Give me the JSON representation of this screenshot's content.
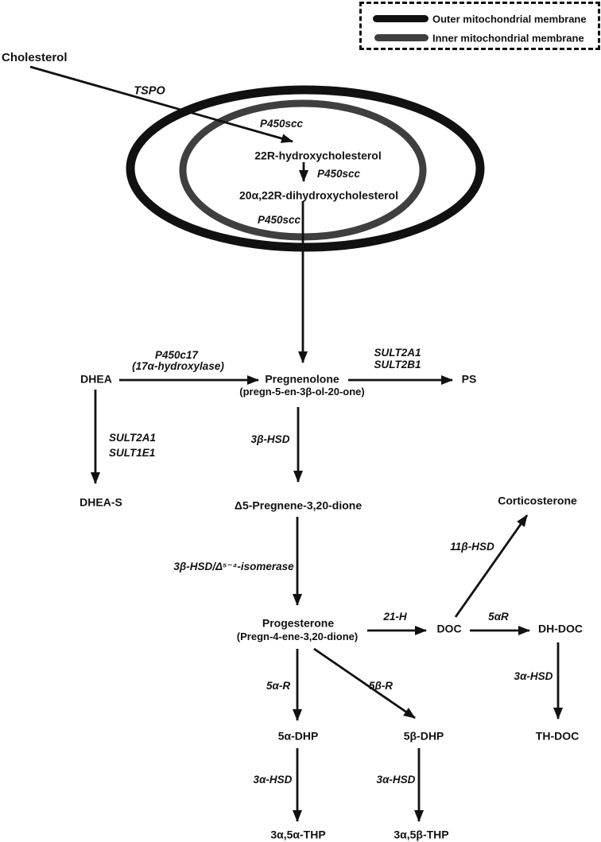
{
  "legend": {
    "outer_label": "Outer mitochondrial membrane",
    "inner_label": "Inner mitochondrial membrane",
    "outer_color": "#111111",
    "inner_color": "#3f3f3f"
  },
  "colors": {
    "line": "#111111",
    "inner_membrane": "#3f3f3f",
    "background": "#ffffff"
  },
  "nodes": {
    "cholesterol": "Cholesterol",
    "hydroxycholesterol": "22R-hydroxycholesterol",
    "dihydroxycholesterol": "20α,22R-dihydroxycholesterol",
    "dhea": "DHEA",
    "pregnenolone": "Pregnenolone",
    "pregnenolone_sub": "(pregn-5-en-3β-ol-20-one)",
    "ps": "PS",
    "dhea_s": "DHEA-S",
    "pregnene_dione": "Δ5-Pregnene-3,20-dione",
    "progesterone": "Progesterone",
    "progesterone_sub": "(Pregn-4-ene-3,20-dione)",
    "corticosterone": "Corticosterone",
    "doc": "DOC",
    "dh_doc": "DH-DOC",
    "th_doc": "TH-DOC",
    "dhp_5a": "5α-DHP",
    "dhp_5b": "5β-DHP",
    "thp_3a5a": "3α,5α-THP",
    "thp_3a5b": "3α,5β-THP"
  },
  "enzymes": {
    "tspo": "TSPO",
    "p450scc_1": "P450scc",
    "p450scc_2": "P450scc",
    "p450scc_3": "P450scc",
    "p450c17": "P450c17",
    "p450c17_sub": "(17α-hydroxylase)",
    "sult2a1_top": "SULT2A1",
    "sult2b1": "SULT2B1",
    "sult2a1_left": "SULT2A1",
    "sult1e1": "SULT1E1",
    "hsd3b": "3β-HSD",
    "hsd3b_isomerase": "3β-HSD/Δ⁵⁻⁴-isomerase",
    "h21": "21-H",
    "hsd11b": "11β-HSD",
    "r5a_doc": "5αR",
    "r5a": "5α-R",
    "r5b": "5β-R",
    "hsd3a_right": "3α-HSD",
    "hsd3a_left": "3α-HSD",
    "hsd3a_mid": "3α-HSD"
  }
}
